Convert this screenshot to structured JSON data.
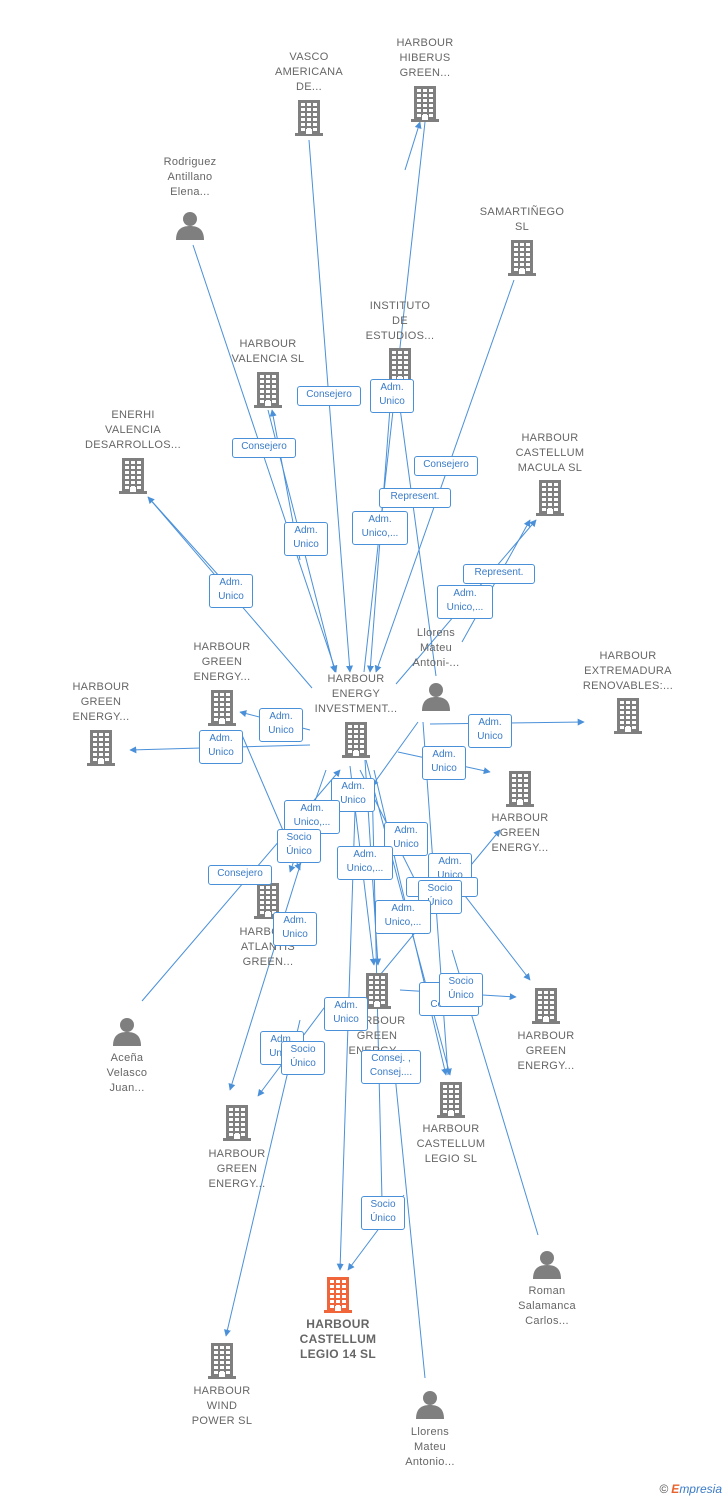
{
  "colors": {
    "edge": "#4a90d9",
    "node": "#7f7f7f",
    "focus": "#f0653a"
  },
  "nodes": [
    {
      "id": "n1",
      "type": "company",
      "lines": [
        "VASCO",
        "AMERICANA",
        "DE..."
      ]
    },
    {
      "id": "n2",
      "type": "company",
      "lines": [
        "HARBOUR",
        "HIBERUS",
        "GREEN..."
      ]
    },
    {
      "id": "n3",
      "type": "person",
      "lines": [
        "Rodriguez",
        "Antillano",
        "Elena..."
      ]
    },
    {
      "id": "n4",
      "type": "company",
      "lines": [
        "SAMARTIÑEGO",
        "SL"
      ]
    },
    {
      "id": "n5",
      "type": "company",
      "lines": [
        "INSTITUTO",
        "DE",
        "ESTUDIOS..."
      ]
    },
    {
      "id": "n6",
      "type": "company",
      "lines": [
        "HARBOUR",
        "VALENCIA  SL"
      ]
    },
    {
      "id": "n7",
      "type": "company",
      "lines": [
        "ENERHI",
        "VALENCIA",
        "DESARROLLOS..."
      ]
    },
    {
      "id": "n8",
      "type": "company",
      "lines": [
        "HARBOUR",
        "CASTELLUM",
        "MACULA  SL"
      ]
    },
    {
      "id": "n9",
      "type": "person",
      "lines": [
        "Llorens",
        "Mateu",
        "Antoni-..."
      ]
    },
    {
      "id": "n10",
      "type": "company",
      "lines": [
        "HARBOUR",
        "GREEN",
        "ENERGY..."
      ]
    },
    {
      "id": "n11",
      "type": "company",
      "lines": [
        "HARBOUR",
        "GREEN",
        "ENERGY..."
      ]
    },
    {
      "id": "n12",
      "type": "company",
      "lines": [
        "HARBOUR",
        "ENERGY",
        "INVESTMENT..."
      ]
    },
    {
      "id": "n13",
      "type": "company",
      "lines": [
        "HARBOUR",
        "EXTREMADURA",
        "RENOVABLES:..."
      ]
    },
    {
      "id": "n14",
      "type": "company",
      "lines": [
        "HARBOUR",
        "GREEN",
        "ENERGY..."
      ]
    },
    {
      "id": "n15",
      "type": "company",
      "lines": [
        "HARBOUR",
        "ATLANTIS",
        "GREEN..."
      ]
    },
    {
      "id": "n16",
      "type": "company",
      "lines": [
        "HARBOUR",
        "GREEN",
        "ENERGY..."
      ]
    },
    {
      "id": "n17",
      "type": "company",
      "lines": [
        "HARBOUR",
        "GREEN",
        "ENERGY..."
      ]
    },
    {
      "id": "n18",
      "type": "person",
      "lines": [
        "Aceña",
        "Velasco",
        "Juan..."
      ]
    },
    {
      "id": "n19",
      "type": "company",
      "lines": [
        "HARBOUR",
        "CASTELLUM",
        "LEGIO  SL"
      ]
    },
    {
      "id": "n20",
      "type": "company",
      "lines": [
        "HARBOUR",
        "GREEN",
        "ENERGY..."
      ]
    },
    {
      "id": "n21",
      "type": "person",
      "lines": [
        "Roman",
        "Salamanca",
        "Carlos..."
      ]
    },
    {
      "id": "n22",
      "type": "company",
      "focus": true,
      "lines": [
        "HARBOUR",
        "CASTELLUM",
        "LEGIO 14  SL"
      ]
    },
    {
      "id": "n23",
      "type": "company",
      "lines": [
        "HARBOUR",
        "WIND",
        "POWER  SL"
      ]
    },
    {
      "id": "n24",
      "type": "person",
      "lines": [
        "Llorens",
        "Mateu",
        "Antonio..."
      ]
    }
  ],
  "edge_labels": [
    {
      "id": "e1",
      "lines": [
        "Consejero"
      ]
    },
    {
      "id": "e2",
      "lines": [
        "Adm.",
        "Unico"
      ]
    },
    {
      "id": "e3",
      "lines": [
        "Consejero"
      ]
    },
    {
      "id": "e4",
      "lines": [
        "Consejero"
      ]
    },
    {
      "id": "e5",
      "lines": [
        "Represent."
      ]
    },
    {
      "id": "e6",
      "lines": [
        "Adm.",
        "Unico"
      ]
    },
    {
      "id": "e7",
      "lines": [
        "Adm.",
        "Unico,..."
      ]
    },
    {
      "id": "e8",
      "lines": [
        "Adm.",
        "Unico"
      ]
    },
    {
      "id": "e9",
      "lines": [
        "Represent."
      ]
    },
    {
      "id": "e10",
      "lines": [
        "Adm.",
        "Unico,..."
      ]
    },
    {
      "id": "e11",
      "lines": [
        "Adm.",
        "Unico"
      ]
    },
    {
      "id": "e12",
      "lines": [
        "Adm.",
        "Unico"
      ]
    },
    {
      "id": "e13",
      "lines": [
        "Adm.",
        "Unico"
      ]
    },
    {
      "id": "e14",
      "lines": [
        "Adm.",
        "Unico"
      ]
    },
    {
      "id": "e15",
      "lines": [
        "Adm.",
        "Unico"
      ]
    },
    {
      "id": "e16",
      "lines": [
        "Adm.",
        "Unico,..."
      ]
    },
    {
      "id": "e17",
      "lines": [
        "Socio",
        "Único"
      ]
    },
    {
      "id": "e18",
      "lines": [
        "Adm.",
        "Unico"
      ]
    },
    {
      "id": "e19",
      "lines": [
        "Adm.",
        "Unico,..."
      ]
    },
    {
      "id": "e20",
      "lines": [
        "Consejero"
      ]
    },
    {
      "id": "e21",
      "lines": [
        "Adm.",
        "Unico"
      ]
    },
    {
      "id": "e22",
      "lines": [
        "R..."
      ]
    },
    {
      "id": "e23",
      "lines": [
        "Socio",
        "Único"
      ]
    },
    {
      "id": "e24",
      "lines": [
        "Adm.",
        "Unico,..."
      ]
    },
    {
      "id": "e25",
      "lines": [
        "Adm.",
        "Unico"
      ]
    },
    {
      "id": "e26",
      "lines": [
        "Se...",
        "Conse..."
      ]
    },
    {
      "id": "e27",
      "lines": [
        "Socio",
        "Único"
      ]
    },
    {
      "id": "e28",
      "lines": [
        "Adm.",
        "Unico"
      ]
    },
    {
      "id": "e29",
      "lines": [
        "Adm.",
        "Unico"
      ]
    },
    {
      "id": "e30",
      "lines": [
        "Socio",
        "Único"
      ]
    },
    {
      "id": "e31",
      "lines": [
        "Consej. ,",
        "Consej...."
      ]
    },
    {
      "id": "e32",
      "lines": [
        "Socio",
        "Único"
      ]
    }
  ],
  "footer": {
    "copyright": "©",
    "brand_first": "E",
    "brand_rest": "mpresia"
  }
}
